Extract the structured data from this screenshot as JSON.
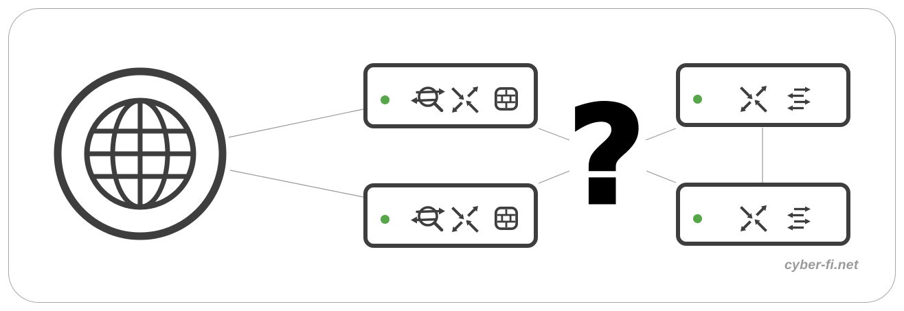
{
  "watermark": {
    "label": "cyber-fi.net"
  },
  "diagram": {
    "type": "network-topology",
    "question_symbol": "?",
    "colors": {
      "device_outline": "#3e3e3e",
      "icon_stroke": "#3e3e3e",
      "status_led_green": "#57a64a",
      "connector_line": "#999999",
      "outer_frame": "#a6a6a6",
      "question_mark": "#000000",
      "watermark_text": "#9b9b9b"
    },
    "nodes": [
      {
        "id": "internet",
        "kind": "internet-globe",
        "position": "left"
      },
      {
        "id": "edge-firewall-1",
        "kind": "firewall-router",
        "position": "top-middle",
        "led": "green",
        "icons": [
          "status-led",
          "nat-arrows-icon",
          "switching-cross-icon",
          "firewall-bricks-icon"
        ]
      },
      {
        "id": "edge-firewall-2",
        "kind": "firewall-router",
        "position": "bottom-middle",
        "led": "green",
        "icons": [
          "status-led",
          "nat-arrows-icon",
          "switching-cross-icon",
          "firewall-bricks-icon"
        ]
      },
      {
        "id": "unknown-device",
        "kind": "question-mark",
        "label": "?",
        "position": "center"
      },
      {
        "id": "switch-1",
        "kind": "layer3-switch",
        "position": "top-right",
        "led": "green",
        "icons": [
          "status-led",
          "switching-cross-icon",
          "lan-forwarding-arrows-icon"
        ]
      },
      {
        "id": "switch-2",
        "kind": "layer3-switch",
        "position": "bottom-right",
        "led": "green",
        "icons": [
          "status-led",
          "switching-cross-icon",
          "lan-forwarding-arrows-icon"
        ]
      }
    ],
    "links": [
      {
        "from": "internet",
        "to": "edge-firewall-1"
      },
      {
        "from": "internet",
        "to": "edge-firewall-2"
      },
      {
        "from": "edge-firewall-1",
        "to": "unknown-device"
      },
      {
        "from": "edge-firewall-2",
        "to": "unknown-device"
      },
      {
        "from": "unknown-device",
        "to": "switch-1"
      },
      {
        "from": "unknown-device",
        "to": "switch-2"
      },
      {
        "from": "switch-1",
        "to": "switch-2"
      }
    ]
  }
}
